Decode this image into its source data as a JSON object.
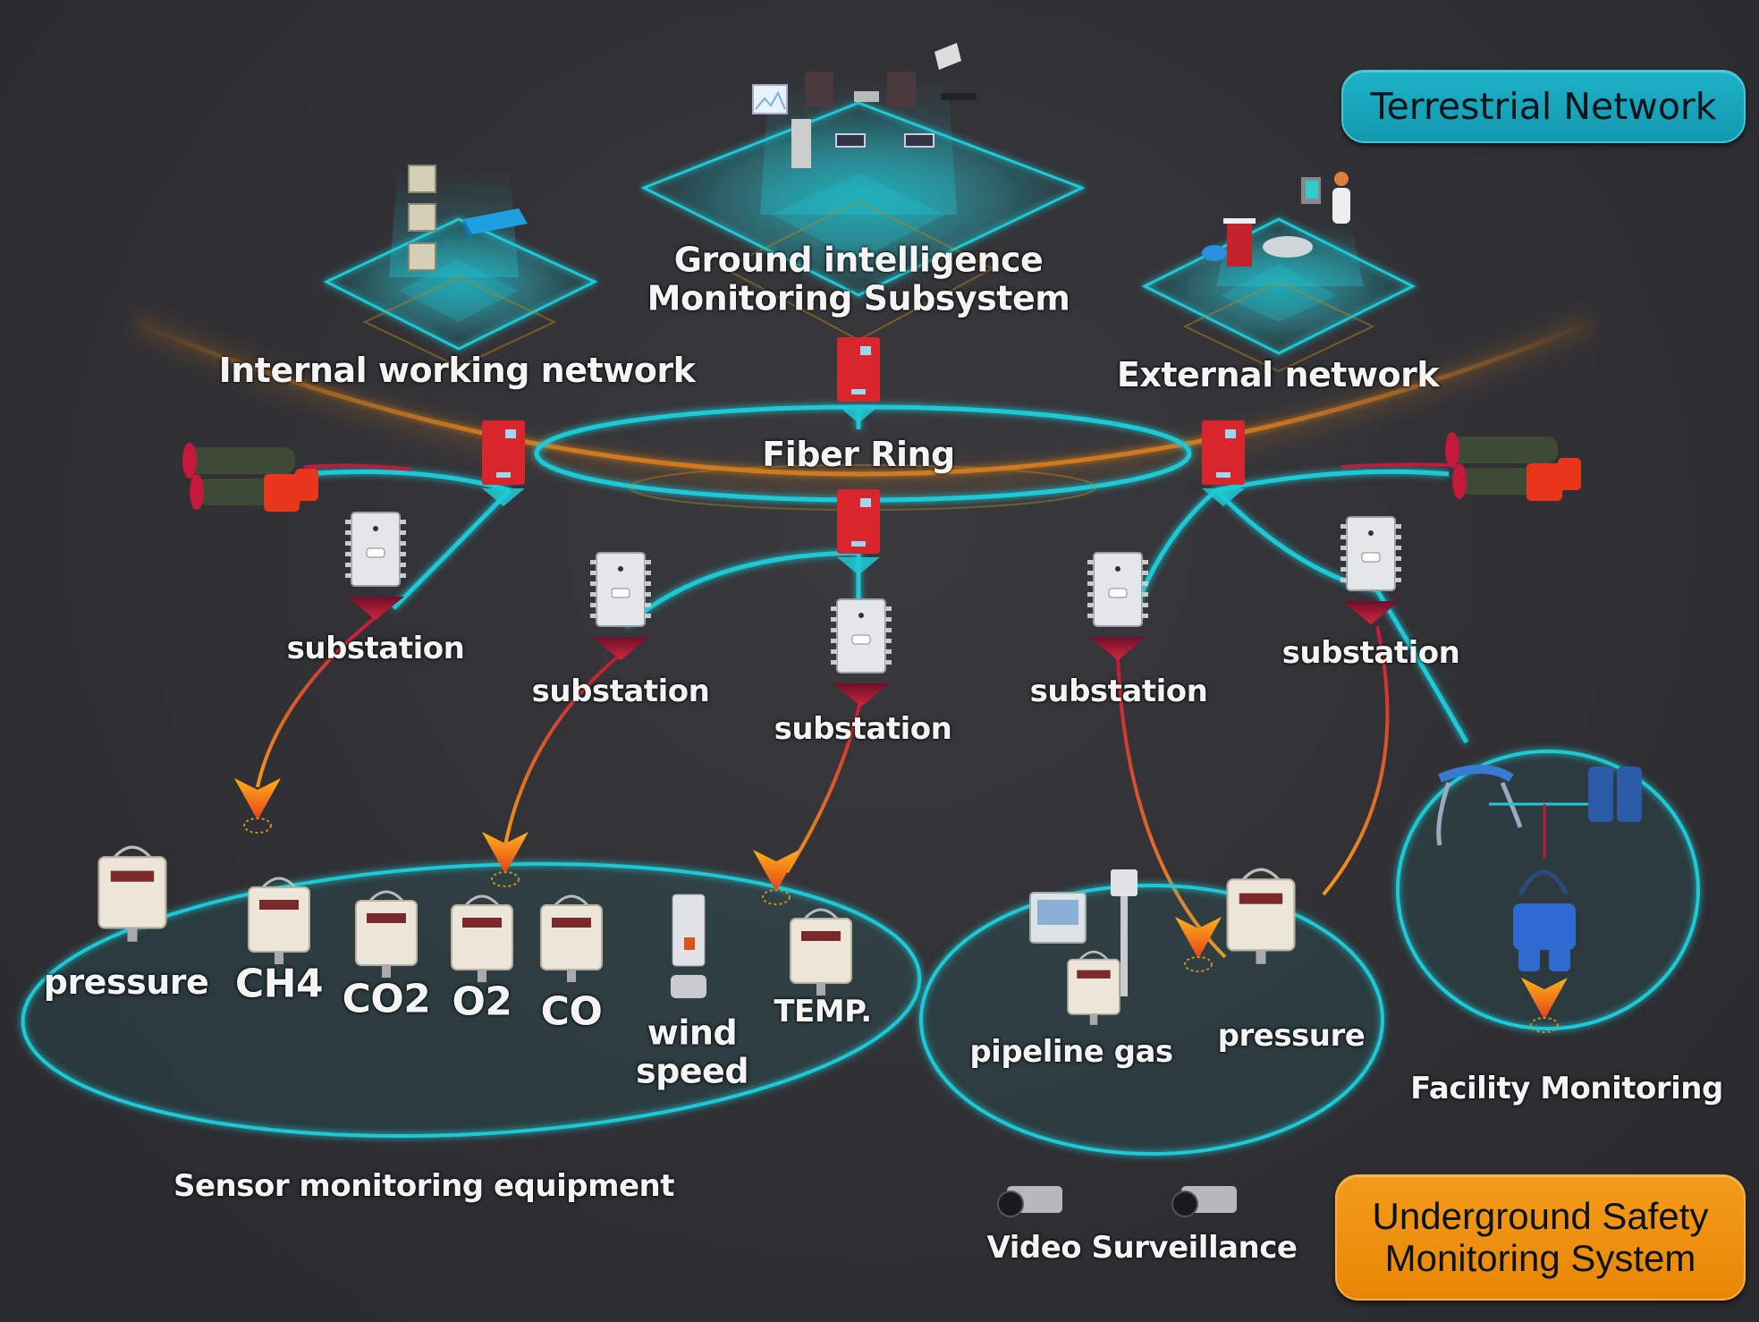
{
  "colors": {
    "background": "#323236",
    "teal_accent": "#1fc9d6",
    "orange_accent": "#f28a1a",
    "terrestrial_badge": "#16a7bf",
    "underground_badge": "#f08c0a",
    "controller_red": "#d9262c",
    "label_text": "#f4f4f4"
  },
  "badges": {
    "terrestrial": "Terrestrial Network",
    "underground_line1": "Underground Safety",
    "underground_line2": "Monitoring System"
  },
  "terrestrial": {
    "ground_line1": "Ground intelligence",
    "ground_line2": "Monitoring Subsystem",
    "internal": "Internal working network",
    "external": "External network"
  },
  "fiber_ring": "Fiber Ring",
  "substations": [
    "substation",
    "substation",
    "substation",
    "substation",
    "substation"
  ],
  "sensors": {
    "group_label": "Sensor monitoring equipment",
    "items": [
      "pressure",
      "CH4",
      "CO2",
      "O2",
      "CO",
      "wind",
      "speed",
      "TEMP."
    ]
  },
  "pipeline": {
    "items": [
      "pipeline gas",
      "pressure"
    ]
  },
  "facility": {
    "label": "Facility Monitoring"
  },
  "video": {
    "label": "Video Surveillance"
  },
  "icons": {
    "server_cluster": "server-cluster-icon",
    "workstation": "workstation-icon",
    "network_switch": "network-switch-icon",
    "firewall": "firewall-icon",
    "router": "router-icon",
    "cloud": "cloud-icon",
    "operator": "operator-icon",
    "ring_controller": "ring-controller-icon",
    "substation_box": "substation-box-icon",
    "fan": "ventilation-fan-icon",
    "sensor_meter": "sensor-meter-icon",
    "camera": "camera-icon",
    "robot_arm": "robot-arm-icon",
    "pump": "pump-icon"
  }
}
